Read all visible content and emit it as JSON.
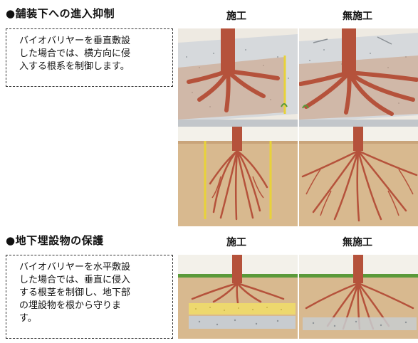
{
  "section1": {
    "title": "●舗装下への進入抑制",
    "description": "バイオバリヤーを垂直敷設\nした場合では、横方向に侵\n入する根系を制御します。",
    "col_treated": "施工",
    "col_untreated": "無施工"
  },
  "section2": {
    "title": "●地下埋設物の保護",
    "description": "バイオバリヤーを水平敷設\nした場合では、垂直に侵入\nする根茎を制御し、地下部\nの埋設物を根から守りま\nす。",
    "col_treated": "施工",
    "col_untreated": "無施工"
  },
  "colors": {
    "root": "#b5523b",
    "soil": "#d8b98f",
    "sky": "#f3f1ea",
    "pavement": "#cfd3d6",
    "barrier": "#e8d23a",
    "grass": "#5a9a3a"
  }
}
